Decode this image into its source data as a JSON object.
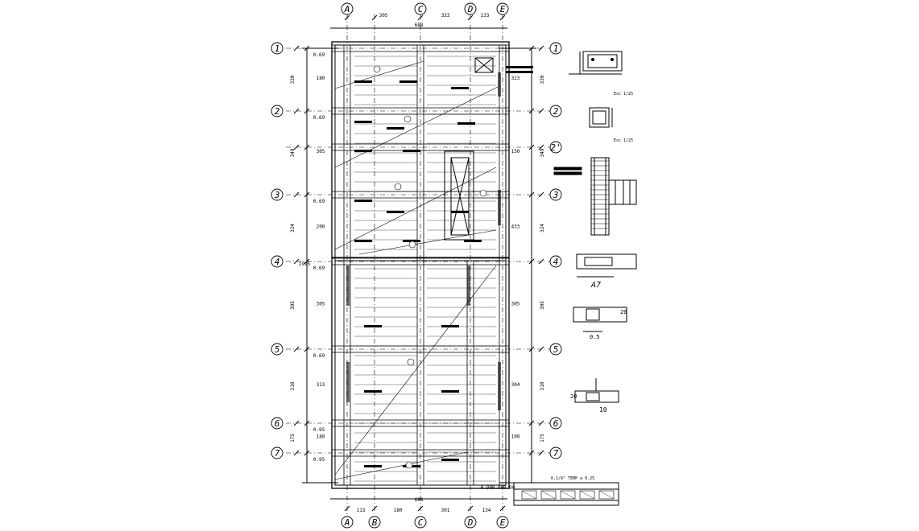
{
  "grid_axes": {
    "columns": [
      "A",
      "B",
      "C",
      "D",
      "E"
    ],
    "rows": [
      "1",
      "2",
      "2'",
      "3",
      "4",
      "5",
      "6",
      "7"
    ]
  },
  "dimensions": {
    "top_column_spans": [
      "305",
      "323",
      "133"
    ],
    "top_total": "688",
    "bottom_column_spans": [
      "113",
      "180",
      "301",
      "134"
    ],
    "bottom_total": "688",
    "left_row_spans": [
      "330",
      "349",
      "324",
      "305",
      "310",
      "175"
    ],
    "left_total": "1995",
    "right_row_spans": [
      "330",
      "349",
      "324",
      "305",
      "310",
      "175"
    ],
    "inner_left_spans": [
      "180",
      "305",
      "200",
      "305",
      "313",
      "180"
    ],
    "inner_right_spans": [
      "323",
      "150",
      "433",
      "305",
      "304",
      "100"
    ],
    "column_heights": [
      "0.69",
      "0.69",
      "0.69",
      "0.69",
      "0.69",
      "0.95",
      "0.95"
    ],
    "bottom_small": [
      "0.90",
      "0.90",
      "0.90"
    ]
  },
  "detail_notes": {
    "beam_label": "Esc 1/25",
    "column_label": "Esc 1/25",
    "section_width": "A7",
    "wall_width": "0.5",
    "small_dims": [
      "20",
      "20",
      "10"
    ],
    "slab_note": "0.1/4\" TEMP a 0.25"
  }
}
